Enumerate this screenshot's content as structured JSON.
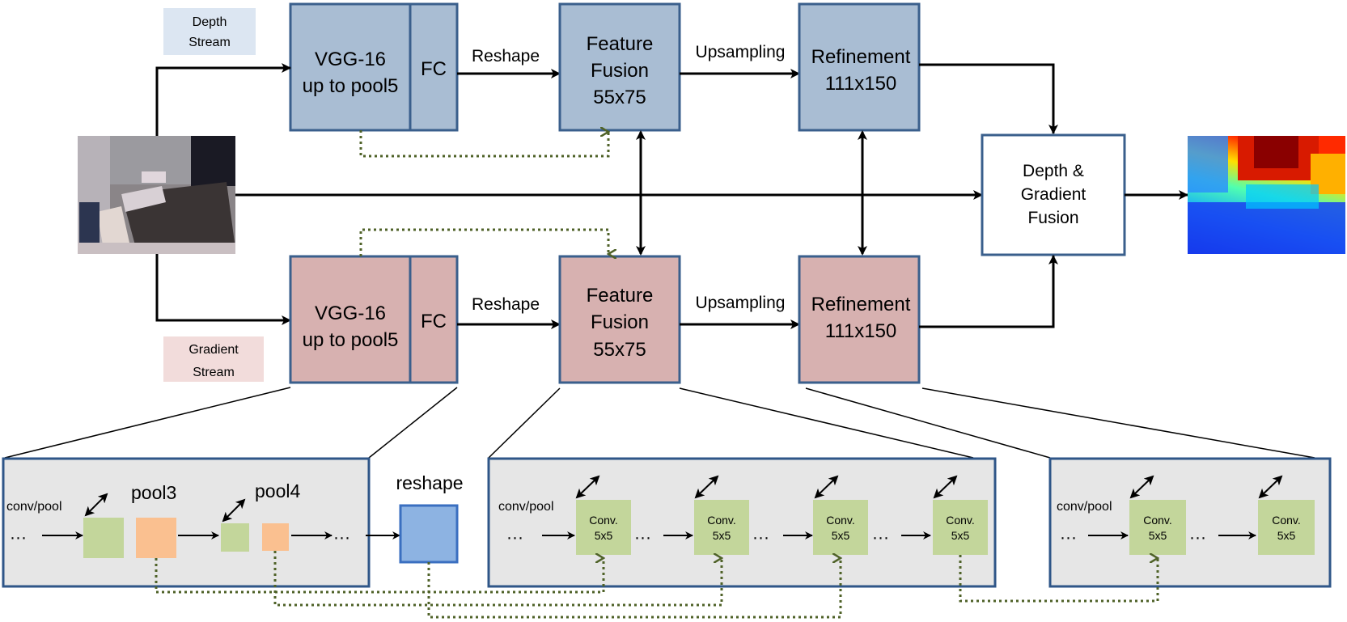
{
  "labels": {
    "depth_stream": [
      "Depth",
      "Stream"
    ],
    "gradient_stream": [
      "Gradient",
      "Stream"
    ],
    "vgg": [
      "VGG-16",
      "up to pool5"
    ],
    "fc": "FC",
    "reshape": "Reshape",
    "feature_fusion": [
      "Feature",
      "Fusion",
      "55x75"
    ],
    "upsampling": "Upsampling",
    "refinement": [
      "Refinement",
      "111x150"
    ],
    "fusion": [
      "Depth &",
      "Gradient",
      "Fusion"
    ]
  },
  "detail": {
    "conv_pool": "conv/pool",
    "pool3": "pool3",
    "pool4": "pool4",
    "reshape": "reshape",
    "conv_block": [
      "Conv.",
      "5x5"
    ],
    "dots": "···"
  },
  "colors": {
    "depth_box": "#a9bdd3",
    "gradient_box": "#d7b1b0",
    "box_border": "#3a5f8c",
    "panel_bg": "#e6e6e6",
    "conv_green": "#c3d69b",
    "pool_orange": "#fac090",
    "reshape_blue": "#8db3e2",
    "skip_dotted": "#4f6228",
    "depth_tag_bg": "#dce6f2",
    "gradient_tag_bg": "#f2dcdb"
  }
}
